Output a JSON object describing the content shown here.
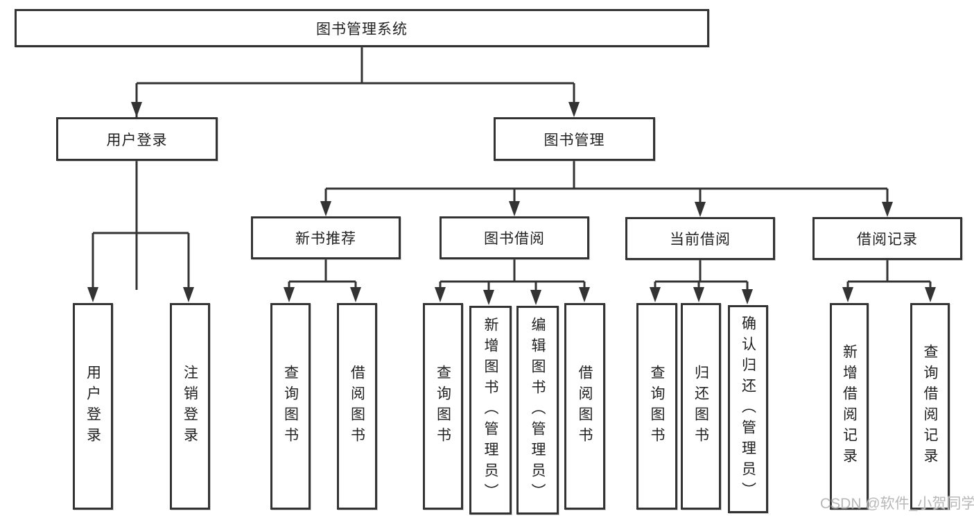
{
  "tree": {
    "root": {
      "label": "图书管理系统"
    },
    "children": [
      {
        "label": "用户登录",
        "children": [
          {
            "label": "用户登录"
          },
          {
            "label": "注销登录"
          }
        ]
      },
      {
        "label": "图书管理",
        "children": [
          {
            "label": "新书推荐",
            "children": [
              {
                "label": "查询图书"
              },
              {
                "label": "借阅图书"
              }
            ]
          },
          {
            "label": "图书借阅",
            "children": [
              {
                "label": "查询图书"
              },
              {
                "label": "新增图书（管理员）"
              },
              {
                "label": "编辑图书（管理员）"
              },
              {
                "label": "借阅图书"
              }
            ]
          },
          {
            "label": "当前借阅",
            "children": [
              {
                "label": "查询图书"
              },
              {
                "label": "归还图书"
              },
              {
                "label": "确认归还（管理员）"
              }
            ]
          },
          {
            "label": "借阅记录",
            "children": [
              {
                "label": "新增借阅记录"
              },
              {
                "label": "查询借阅记录"
              }
            ]
          }
        ]
      }
    ]
  },
  "watermark": {
    "text": "CSDN @软件_小贺同学"
  },
  "colors": {
    "line": "#333333",
    "text": "#212121",
    "watermark": "#b8b8b8",
    "background": "#ffffff"
  }
}
